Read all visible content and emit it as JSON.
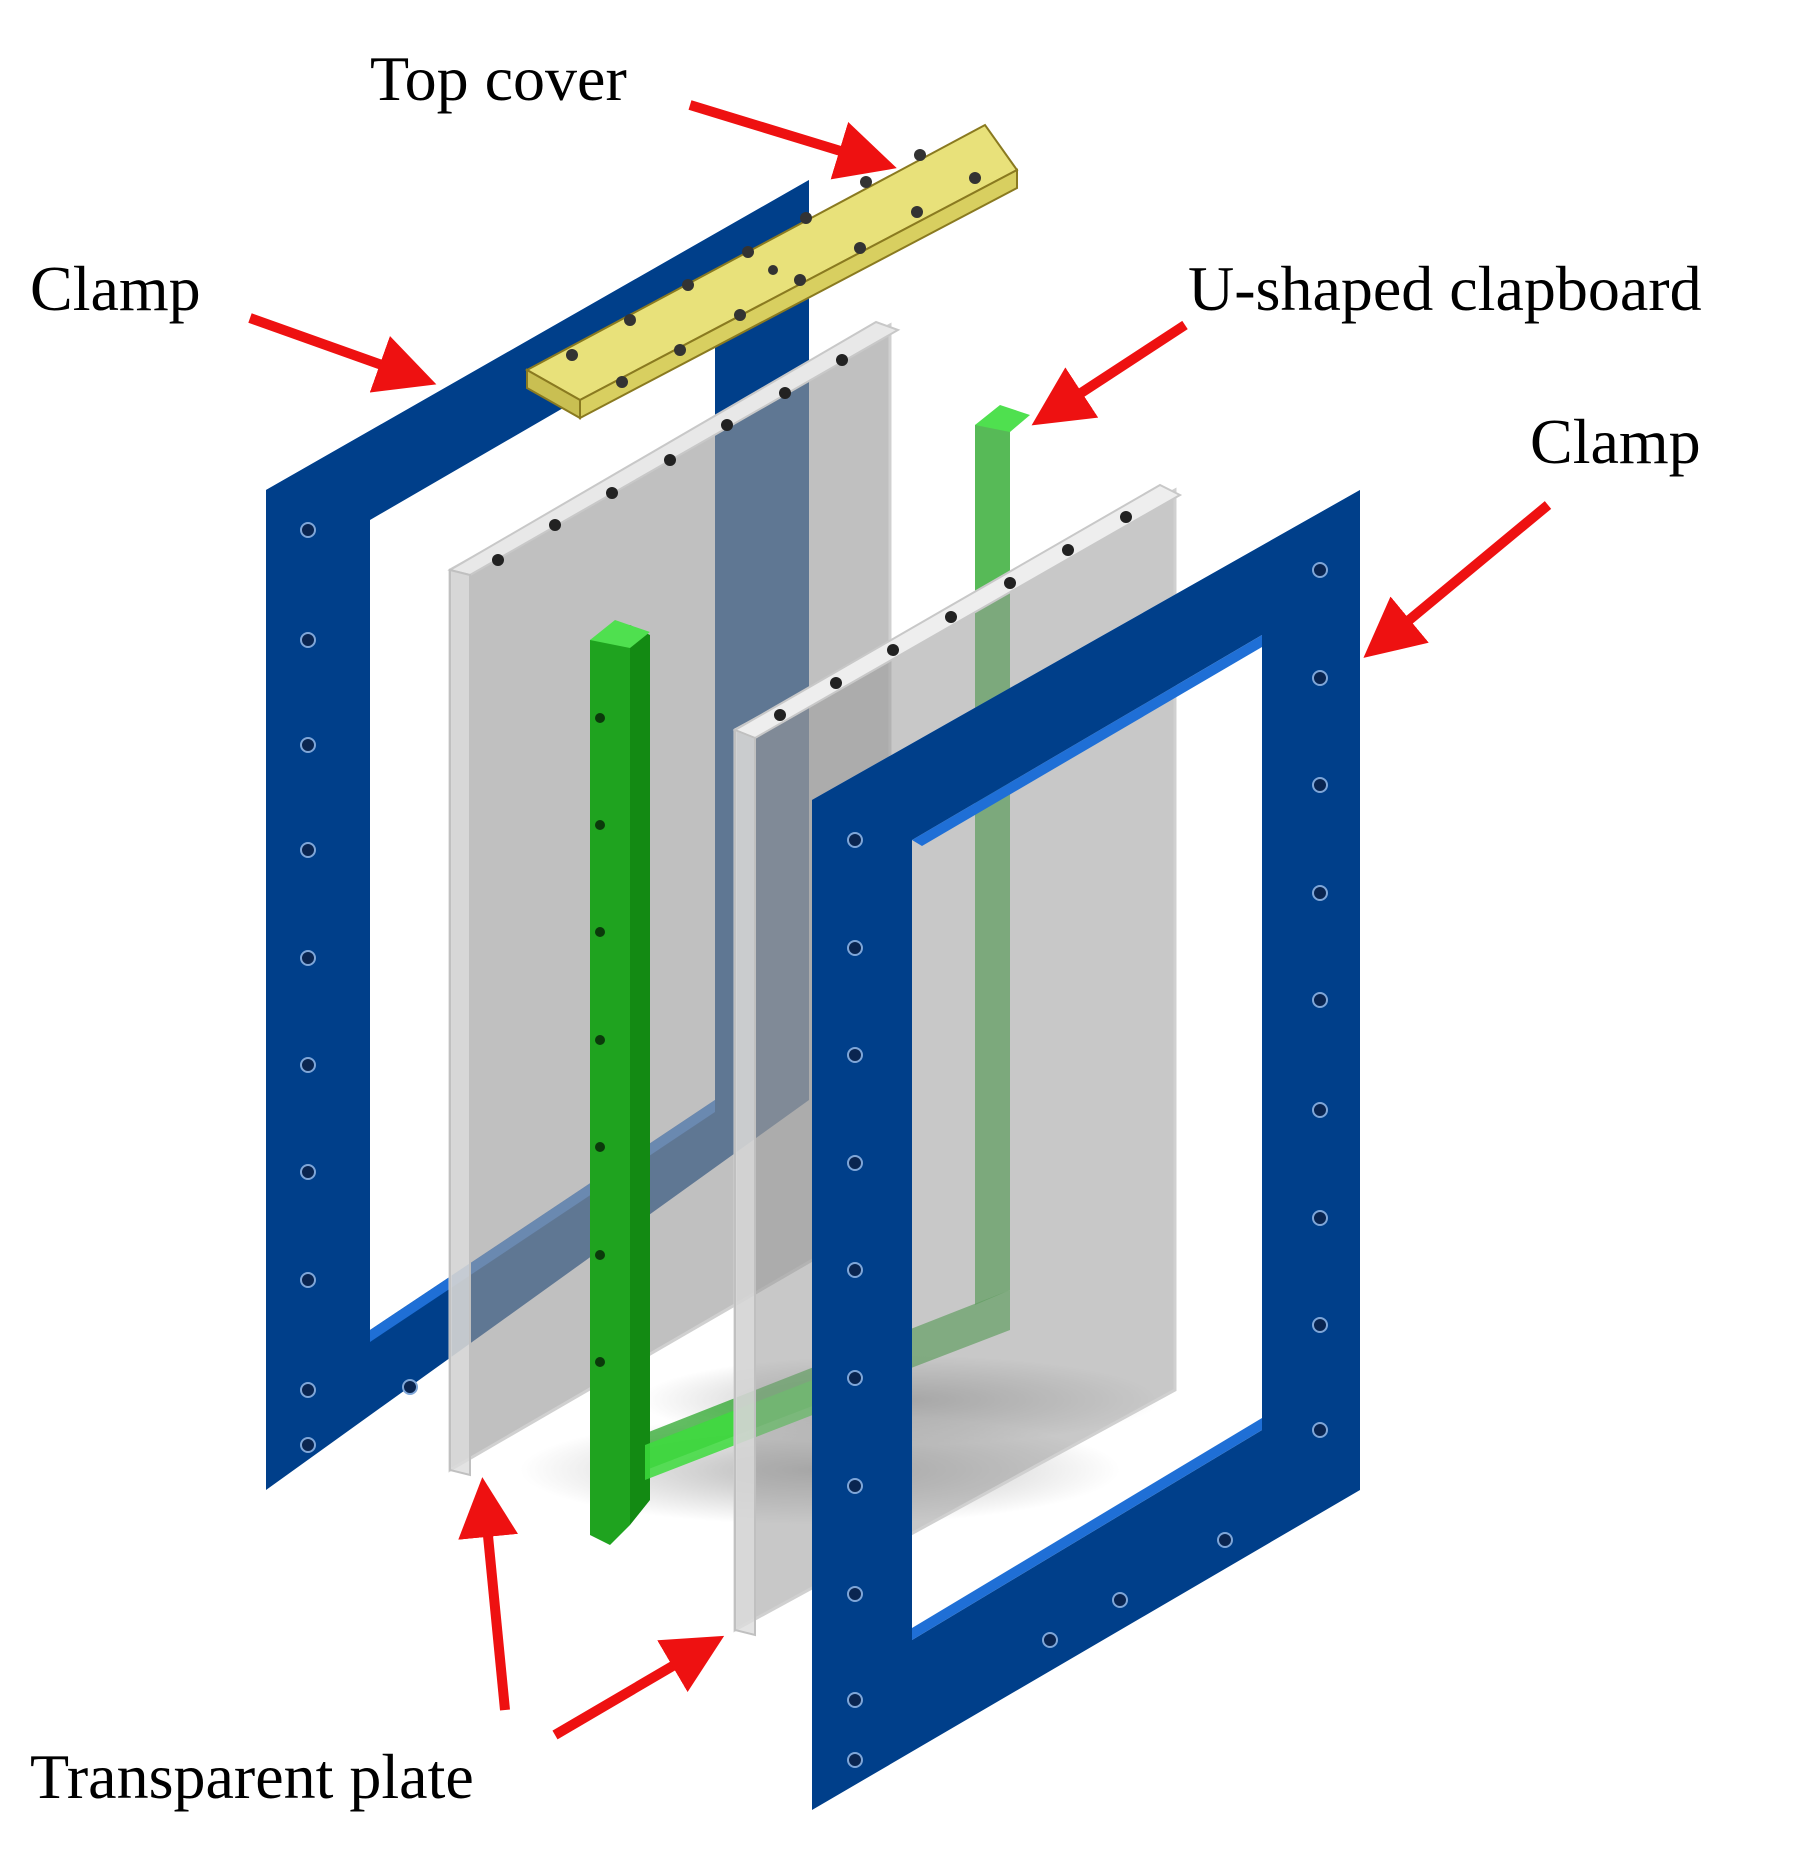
{
  "labels": {
    "top_cover": "Top cover",
    "clamp_left": "Clamp",
    "u_clapboard": "U-shaped clapboard",
    "clamp_right": "Clamp",
    "transparent_plate": "Transparent plate"
  },
  "colors": {
    "clamp": "#003f8a",
    "clamp_edge": "#1f6fd6",
    "top_cover": "#e8e17a",
    "u_clapboard": "#1fa31f",
    "u_clapboard_top": "#4fe04f",
    "plate": "#9a9a9a",
    "arrow": "#ee1111"
  }
}
